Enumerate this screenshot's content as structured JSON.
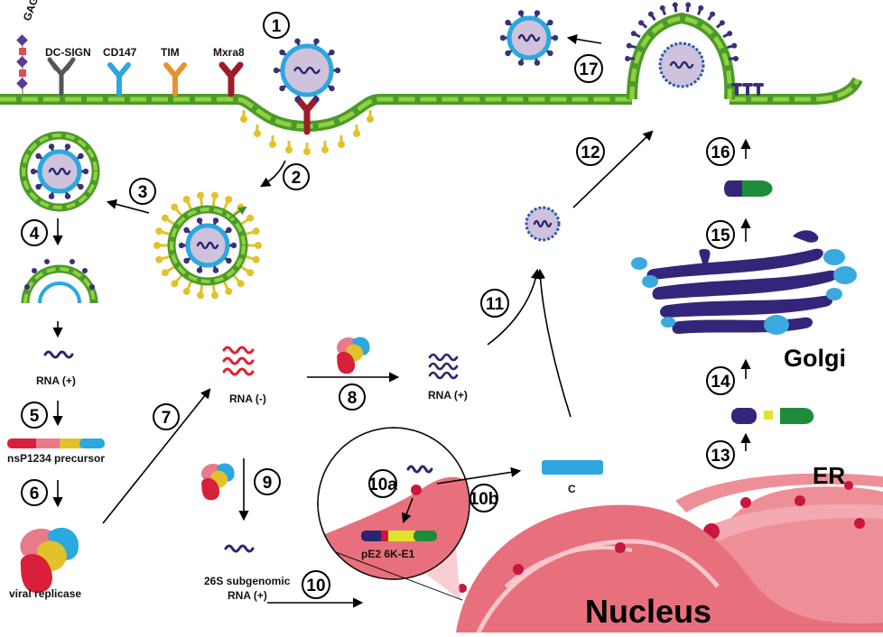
{
  "receptors": [
    "GAG",
    "DC-SIGN",
    "CD147",
    "TIM",
    "Mxra8"
  ],
  "labels": {
    "rna_pos_1": "RNA (+)",
    "precursor": "nsP1234 precursor",
    "replicase": "viral replicase",
    "rna_neg": "RNA (-)",
    "rna_pos_2": "RNA (+)",
    "subgenomic_line1": "26S subgenomic",
    "subgenomic_line2": "RNA (+)",
    "capsid": "C",
    "polyprotein": "pE2 6K-E1",
    "golgi": "Golgi",
    "er": "ER",
    "nucleus": "Nucleus"
  },
  "steps": [
    "1",
    "2",
    "3",
    "4",
    "5",
    "6",
    "7",
    "8",
    "9",
    "10",
    "10a",
    "10b",
    "11",
    "12",
    "13",
    "14",
    "15",
    "16",
    "17"
  ],
  "colors": {
    "membrane_dark": "#4c9a2a",
    "membrane_light": "#8fd13f",
    "virion_ring": "#2aa8df",
    "virion_core": "#cfc2dc",
    "spike": "#3b2f7a",
    "rna_pos": "#2b2471",
    "rna_neg": "#e0202e",
    "yellow_coat": "#e2c22a",
    "er": "#e8707c",
    "golgi": "#33267a",
    "vesicle": "#3aa9e0",
    "capsid": "#2ea6e0"
  }
}
